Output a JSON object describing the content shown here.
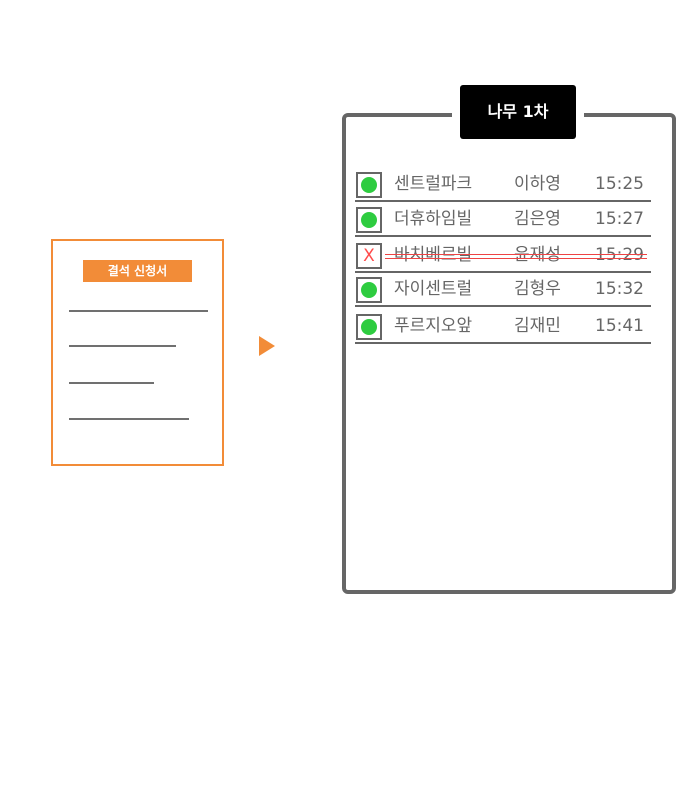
{
  "form": {
    "title": "결석 신청서"
  },
  "board": {
    "title": "나무 1차",
    "rows": [
      {
        "place": "센트럴파크",
        "name": "이하영",
        "time": "15:25",
        "status": "present",
        "status_icon": "green-dot"
      },
      {
        "place": "더휴하임빌",
        "name": "김은영",
        "time": "15:27",
        "status": "present",
        "status_icon": "green-dot"
      },
      {
        "place": "바치베르빌",
        "name": "윤재성",
        "time": "15:29",
        "status": "absent",
        "status_icon": "x-mark",
        "status_mark": "X"
      },
      {
        "place": "자이센트럴",
        "name": "김형우",
        "time": "15:32",
        "status": "present",
        "status_icon": "green-dot"
      },
      {
        "place": "푸르지오앞",
        "name": "김재민",
        "time": "15:41",
        "status": "present",
        "status_icon": "green-dot"
      }
    ]
  },
  "colors": {
    "form_accent": "#f28c38",
    "board_border": "#666666",
    "tab_background": "#000000",
    "present": "#2ecc40",
    "absent": "#ff4b4b"
  }
}
